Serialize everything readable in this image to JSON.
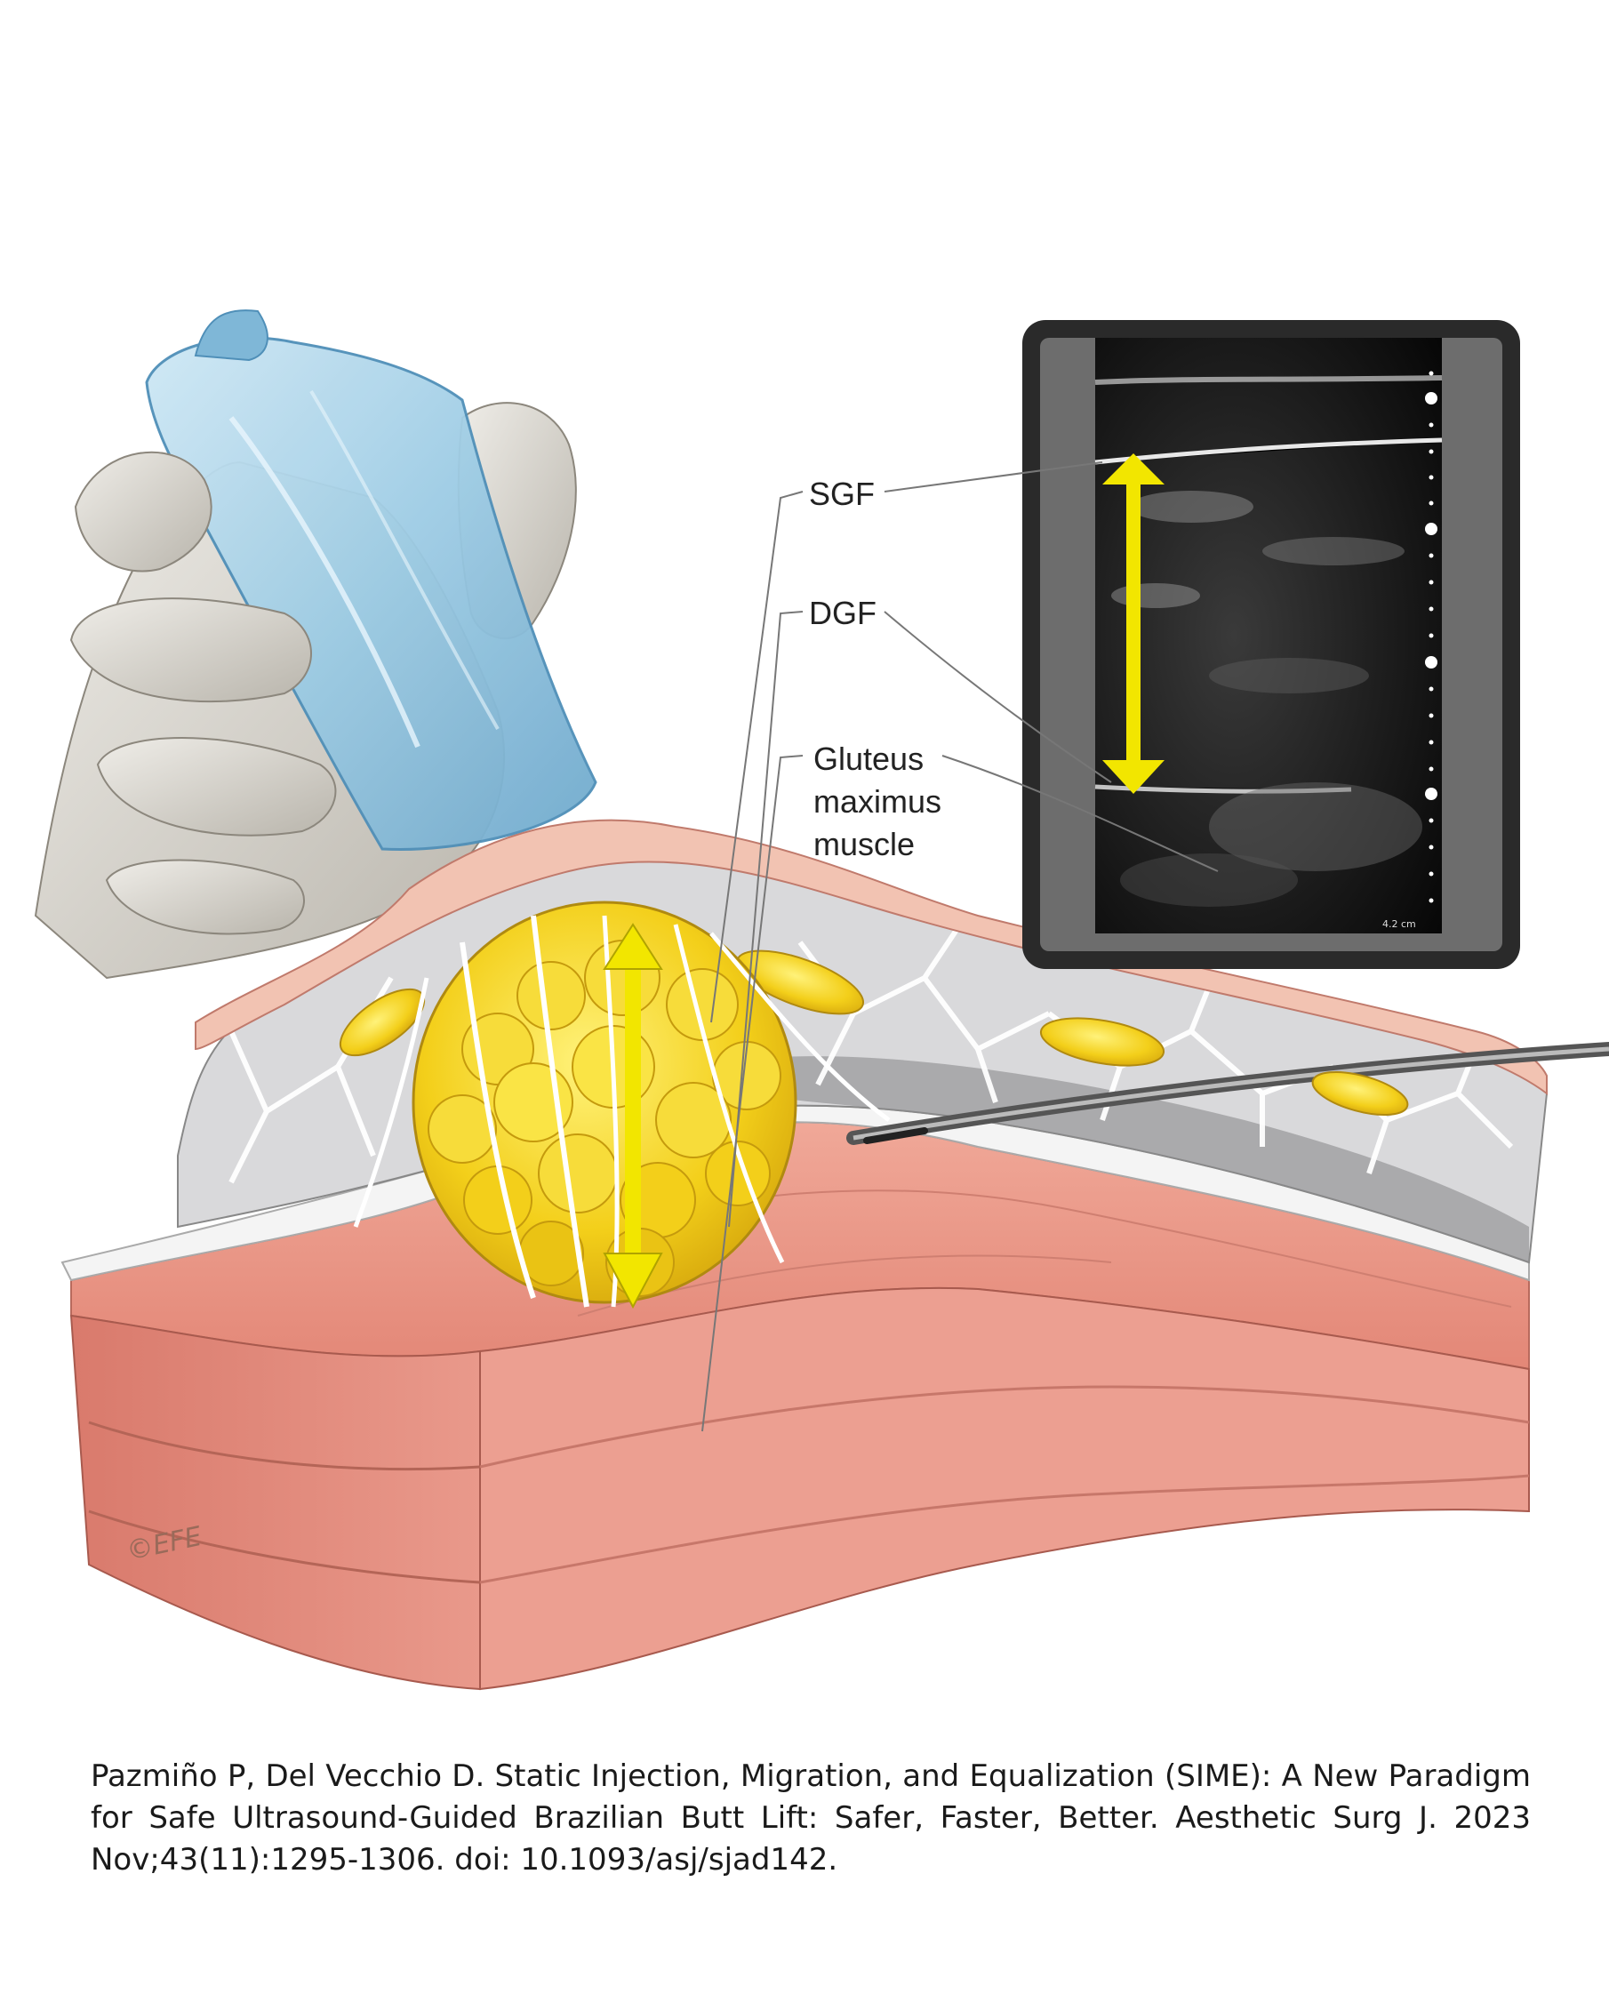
{
  "labels": {
    "sgf": "SGF",
    "dgf": "DGF",
    "gluteus_line1": "Gluteus",
    "gluteus_line2": "maximus",
    "gluteus_line3": "muscle"
  },
  "ultrasound": {
    "depth_readout": "4.2 cm"
  },
  "copyright_mark": "©EFE",
  "citation": "Pazmiño P, Del Vecchio D. Static Injection, Migration, and Equalization (SIME): A New Paradigm for Safe Ultrasound-Guided Brazilian Butt Lift: Safer, Faster, Better. Aesthetic Surg J. 2023 Nov;43(11):1295-1306. doi: 10.1093/asj/sjad142.",
  "colors": {
    "fat_yellow": "#f3cf1a",
    "arrow_yellow": "#f2e600",
    "muscle": "#e8988a",
    "probe_blue": "#a9d4ea",
    "glove": "#d9d6cf",
    "monitor_frame": "#2a2a2a"
  },
  "icons": {
    "double_arrow": "yellow-double-arrow-icon"
  }
}
